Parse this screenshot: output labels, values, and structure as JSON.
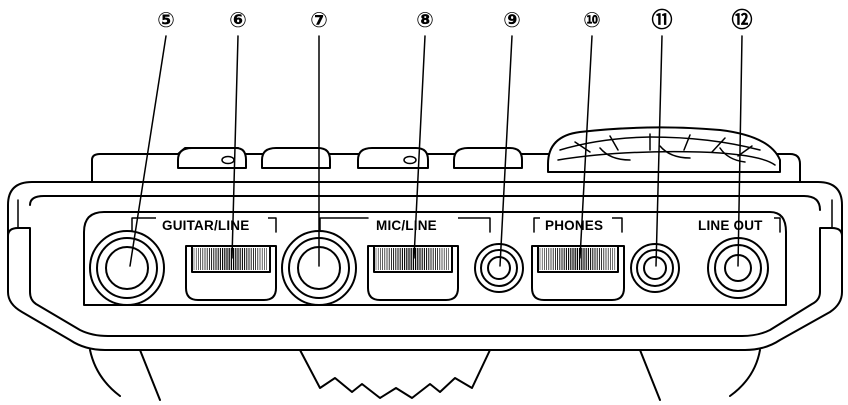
{
  "callouts": [
    {
      "id": "5",
      "symbol": "⑤"
    },
    {
      "id": "6",
      "symbol": "⑥"
    },
    {
      "id": "7",
      "symbol": "⑦"
    },
    {
      "id": "8",
      "symbol": "⑧"
    },
    {
      "id": "9",
      "symbol": "⑨"
    },
    {
      "id": "10",
      "symbol": "⑩"
    },
    {
      "id": "11",
      "symbol": "⑪"
    },
    {
      "id": "12",
      "symbol": "⑫"
    }
  ],
  "panel_labels": {
    "guitar_line": "GUITAR/LINE",
    "mic_line": "MIC/LINE",
    "phones": "PHONES",
    "line_out": "LINE OUT"
  }
}
